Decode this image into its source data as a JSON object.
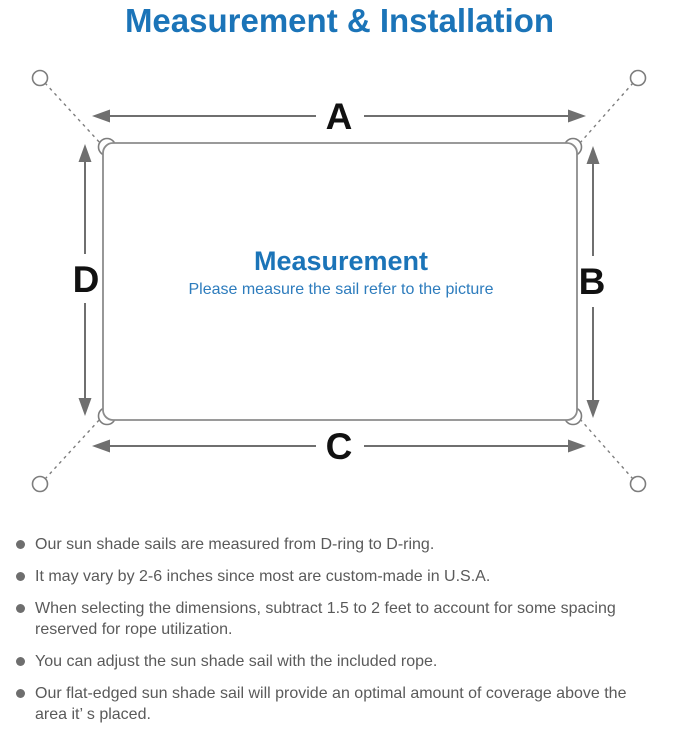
{
  "header": {
    "title": "Measurement & Installation"
  },
  "colors": {
    "title_blue": "#1b74b8",
    "subtitle_blue": "#2d7cbd",
    "diagram_gray": "#7d7d7d",
    "arrow_gray": "#6f6f6f",
    "label_black": "#111111",
    "note_gray": "#5a5a5a"
  },
  "diagram": {
    "labels": {
      "a": "A",
      "b": "B",
      "c": "C",
      "d": "D"
    },
    "center_title": "Measurement",
    "center_subtitle": "Please measure the sail refer to the picture"
  },
  "notes": [
    "Our sun shade sails are measured from D-ring to D-ring.",
    "It may vary by 2-6 inches since most are custom-made in U.S.A.",
    "When selecting the dimensions, subtract 1.5 to 2 feet to account for some spacing reserved for rope utilization.",
    "You can adjust the sun shade sail with the included rope.",
    "Our flat-edged sun shade sail will provide an optimal amount of coverage above the area it’ s placed."
  ]
}
